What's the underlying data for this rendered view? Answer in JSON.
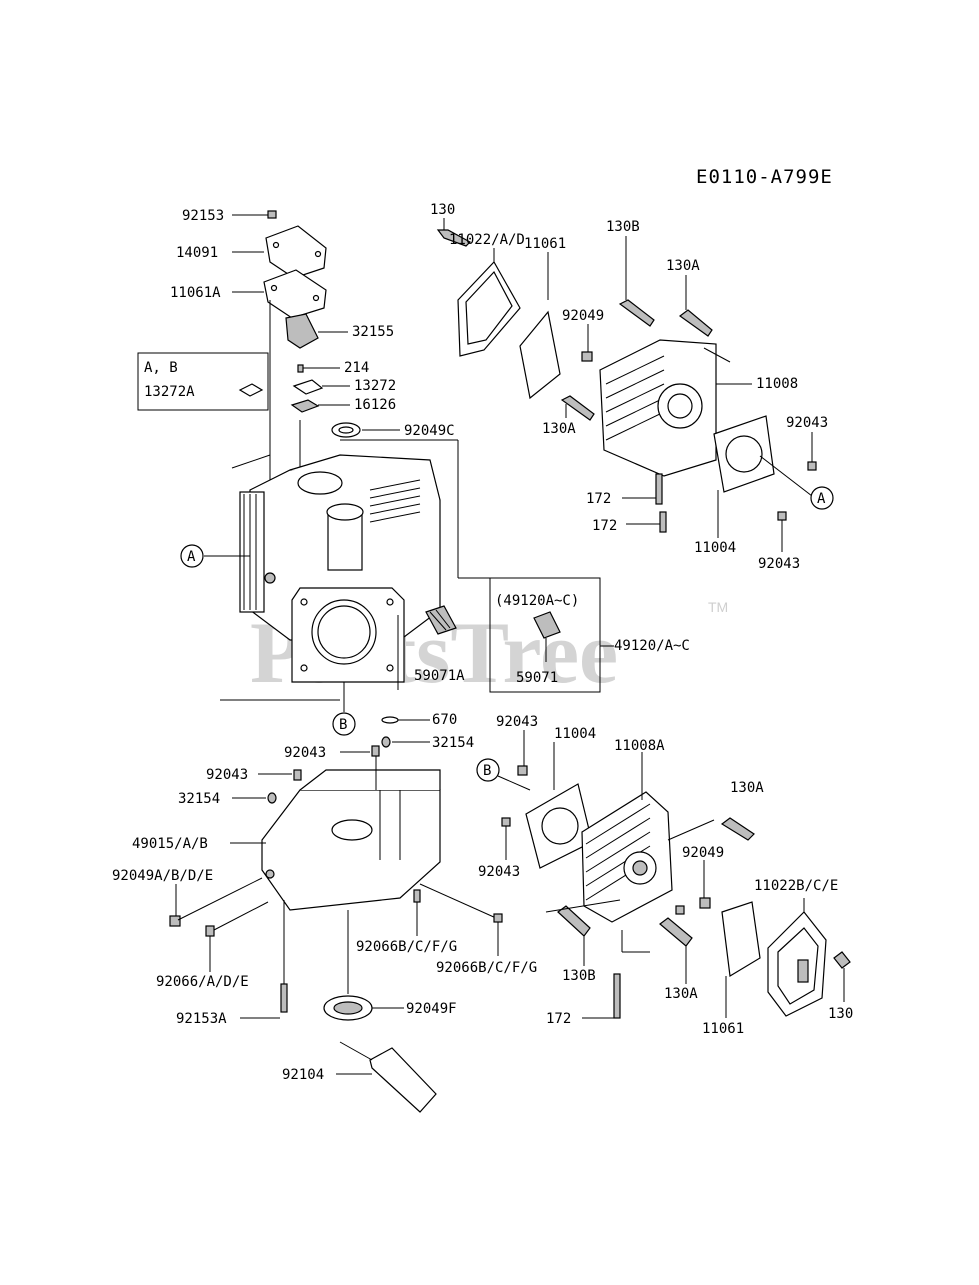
{
  "diagram_code": "E0110-A799E",
  "watermark": "PartsTree",
  "trademark": "TM",
  "inset_top_left": {
    "line1": "A, B",
    "line2": "13272A"
  },
  "inset_middle": {
    "line1": "(49120A~C)",
    "line2": "59071"
  },
  "callouts": {
    "a": "A",
    "b": "B"
  },
  "labels": {
    "l92153": "92153",
    "l14091": "14091",
    "l11061A": "11061A",
    "l32155": "32155",
    "l214": "214",
    "l13272": "13272",
    "l16126": "16126",
    "l92049C": "92049C",
    "l130_top": "130",
    "l11022AD": "11022/A/D",
    "l11061_top": "11061",
    "l130B_top": "130B",
    "l130A_top": "130A",
    "l92049_top": "92049",
    "l11008": "11008",
    "l92043_right1": "92043",
    "l130A_mid": "130A",
    "l172_a": "172",
    "l172_b": "172",
    "l11004_top": "11004",
    "l92043_right2": "92043",
    "l49120": "49120/A~C",
    "l59071A": "59071A",
    "l670": "670",
    "l92043_c": "92043",
    "l32154_a": "32154",
    "l92043_d": "92043",
    "l32154_b": "32154",
    "l49015": "49015/A/B",
    "l92049ABDE": "92049A/B/D/E",
    "l92066ADE": "92066/A/D/E",
    "l92066BCFG_a": "92066B/C/F/G",
    "l92066BCFG_b": "92066B/C/F/G",
    "l92153A": "92153A",
    "l92049F": "92049F",
    "l92104": "92104",
    "l92043_e": "92043",
    "l11004_bot": "11004",
    "l11008A": "11008A",
    "l130A_bot1": "130A",
    "l92049_bot": "92049",
    "l92043_f": "92043",
    "l11022BCE": "11022B/C/E",
    "l130B_bot": "130B",
    "l130A_bot2": "130A",
    "l172_c": "172",
    "l11061_bot": "11061",
    "l130_bot": "130"
  }
}
